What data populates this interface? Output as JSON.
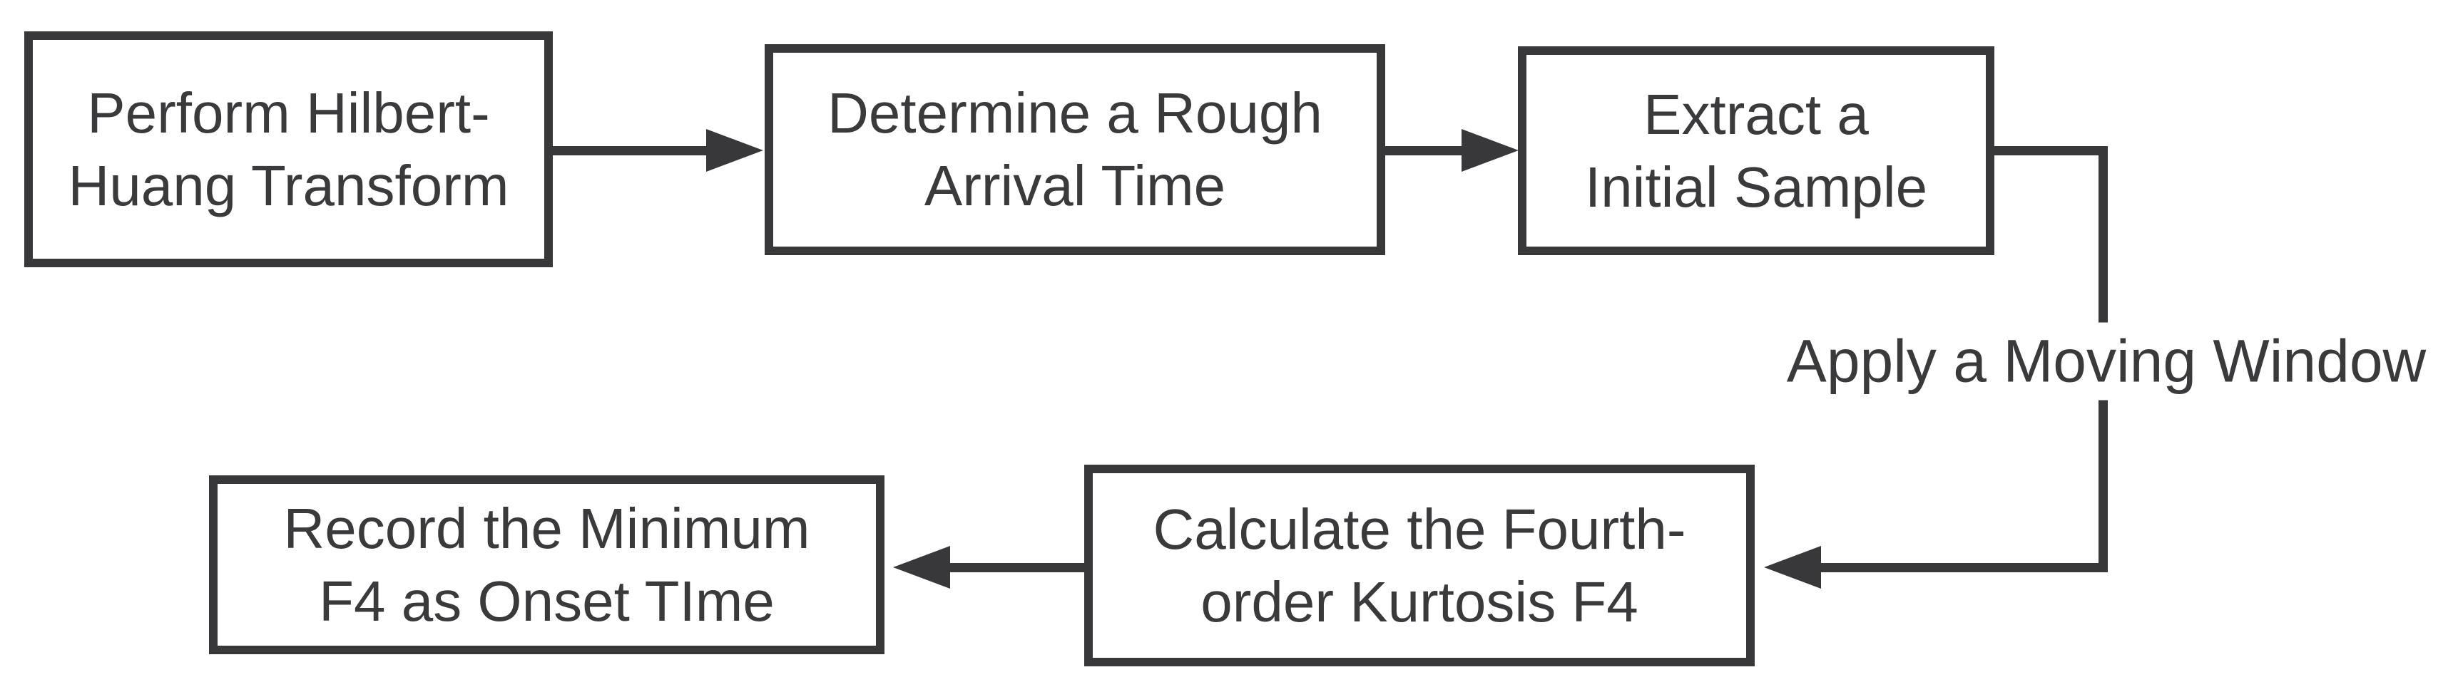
{
  "diagram": {
    "type": "flowchart",
    "background_color": "#ffffff",
    "line_color": "#38383a",
    "text_color": "#3a3a3c",
    "nodes": [
      {
        "id": "perform-hht",
        "lines": [
          "Perform Hilbert-",
          "Huang Transform"
        ]
      },
      {
        "id": "rough-arrival-time",
        "lines": [
          "Determine a Rough",
          "Arrival Time"
        ]
      },
      {
        "id": "extract-sample",
        "lines": [
          "Extract a",
          "Initial Sample"
        ]
      },
      {
        "id": "calc-kurtosis",
        "lines": [
          "Calculate the Fourth-",
          "order Kurtosis F4"
        ]
      },
      {
        "id": "record-onset",
        "lines": [
          "Record the Minimum",
          "F4 as Onset TIme"
        ]
      }
    ],
    "edges": [
      {
        "from": "perform-hht",
        "to": "rough-arrival-time",
        "label": ""
      },
      {
        "from": "rough-arrival-time",
        "to": "extract-sample",
        "label": ""
      },
      {
        "from": "extract-sample",
        "to": "calc-kurtosis",
        "label": "Apply a Moving Window"
      },
      {
        "from": "calc-kurtosis",
        "to": "record-onset",
        "label": ""
      }
    ]
  }
}
